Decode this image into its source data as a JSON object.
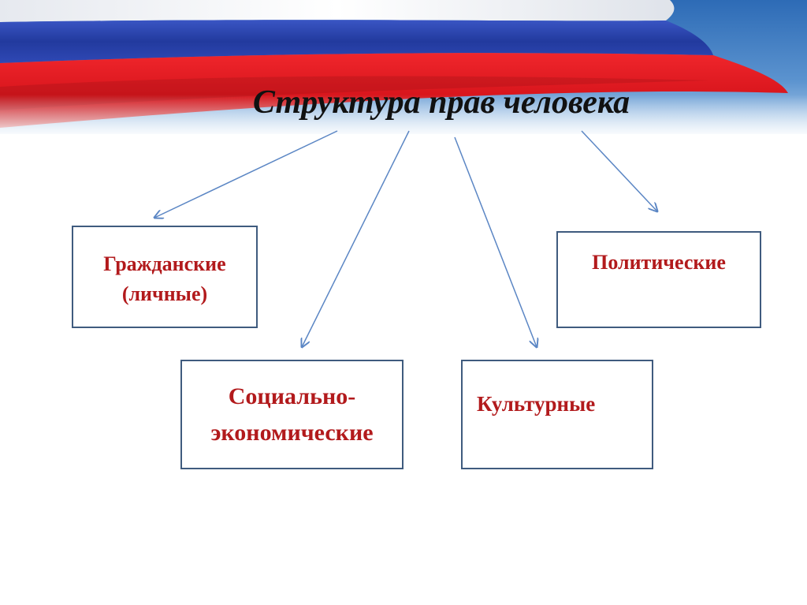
{
  "title": "Структура прав человека",
  "categories": [
    {
      "id": "civil",
      "lines": [
        "Гражданские",
        "(личные)"
      ]
    },
    {
      "id": "political",
      "lines": [
        "Политические"
      ]
    },
    {
      "id": "social",
      "lines": [
        "Социально-",
        "экономические"
      ]
    },
    {
      "id": "cultural",
      "lines": [
        "Культурные"
      ]
    }
  ],
  "edges": [
    {
      "from": "title",
      "to": "civil"
    },
    {
      "from": "title",
      "to": "social"
    },
    {
      "from": "title",
      "to": "cultural"
    },
    {
      "from": "title",
      "to": "political"
    }
  ],
  "colors": {
    "flag_white": "#f4f6fa",
    "flag_blue": "#2a3fa6",
    "flag_red": "#e01e24",
    "sky": "#4a86c8",
    "box_border": "#3f5b7e",
    "box_text": "#b21a1c",
    "arrow": "#5b86c4"
  }
}
